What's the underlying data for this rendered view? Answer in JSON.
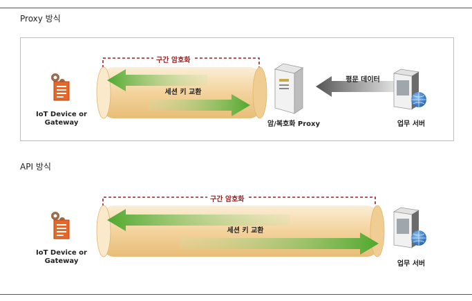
{
  "sections": {
    "proxy": {
      "title": "Proxy 방식",
      "range_label": "구간 암호화",
      "channel_label": "세션 키 교환",
      "plain_label": "평문 데이터",
      "device_label": "IoT Device or Gateway",
      "proxy_label": "암/복호화 Proxy",
      "server_label": "업무 서버"
    },
    "api": {
      "title": "API 방식",
      "range_label": "구간 암호화",
      "channel_label": "세션 키 교환",
      "device_label": "IoT Device or Gateway",
      "server_label": "업무 서버"
    }
  },
  "colors": {
    "range_dash": "#9a2020",
    "arrow_green": "#5fb33a",
    "pipe": "#f6ddb0",
    "plain_arrow": "#707070",
    "doc_icon": "#d9531e",
    "globe": "#2f74c8"
  },
  "icons": [
    "gear-document-icon",
    "server-tower-icon",
    "server-globe-icon"
  ]
}
